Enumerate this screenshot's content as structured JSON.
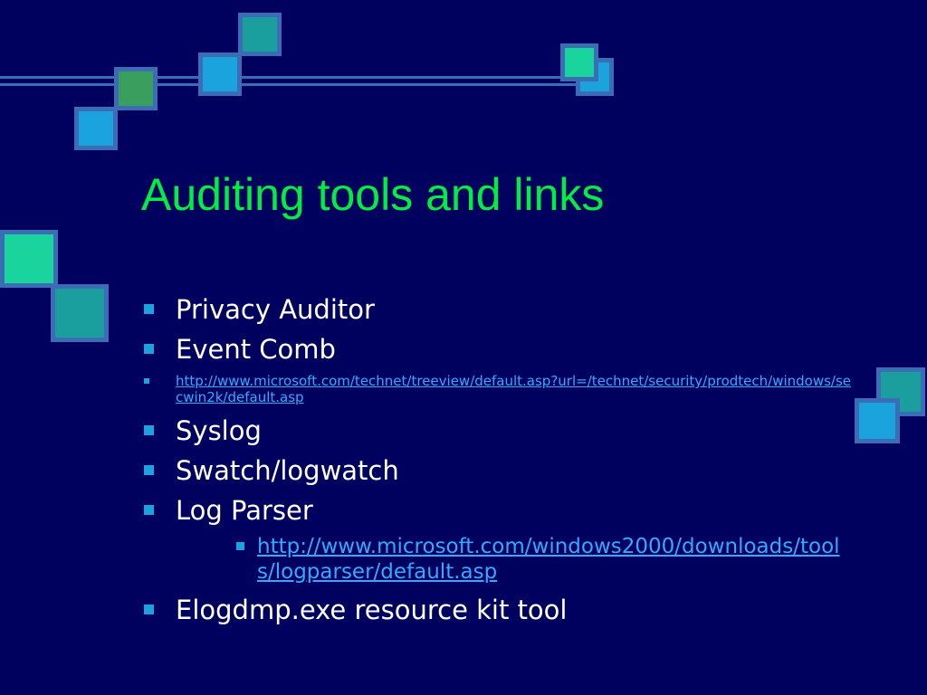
{
  "slide": {
    "title": "Auditing tools and links",
    "items": [
      {
        "level": 1,
        "text": "Privacy Auditor"
      },
      {
        "level": 1,
        "text": "Event Comb"
      },
      {
        "level": 1,
        "type": "link",
        "text": "http://www.microsoft.com/technet/treeview/default.asp?url=/technet/security/prodtech/windows/secwin2k/default.asp"
      },
      {
        "level": 1,
        "text": "Syslog"
      },
      {
        "level": 1,
        "text": "Swatch/logwatch"
      },
      {
        "level": 1,
        "text": "Log Parser"
      },
      {
        "level": 2,
        "type": "link",
        "text": "http://www.microsoft.com/windows2000/downloads/tools/logparser/default.asp"
      },
      {
        "level": 1,
        "text": "Elogdmp.exe resource kit tool"
      }
    ]
  },
  "colors": {
    "background": "#00005e",
    "title": "#00ee44",
    "text": "#ffffff",
    "link": "#33aaff",
    "bullet": "#1aa3e0",
    "square_border": "#3a6db5",
    "square_fills": [
      "#1a9e9e",
      "#1aa3dc",
      "#3a9e5e",
      "#1ad49e"
    ]
  }
}
